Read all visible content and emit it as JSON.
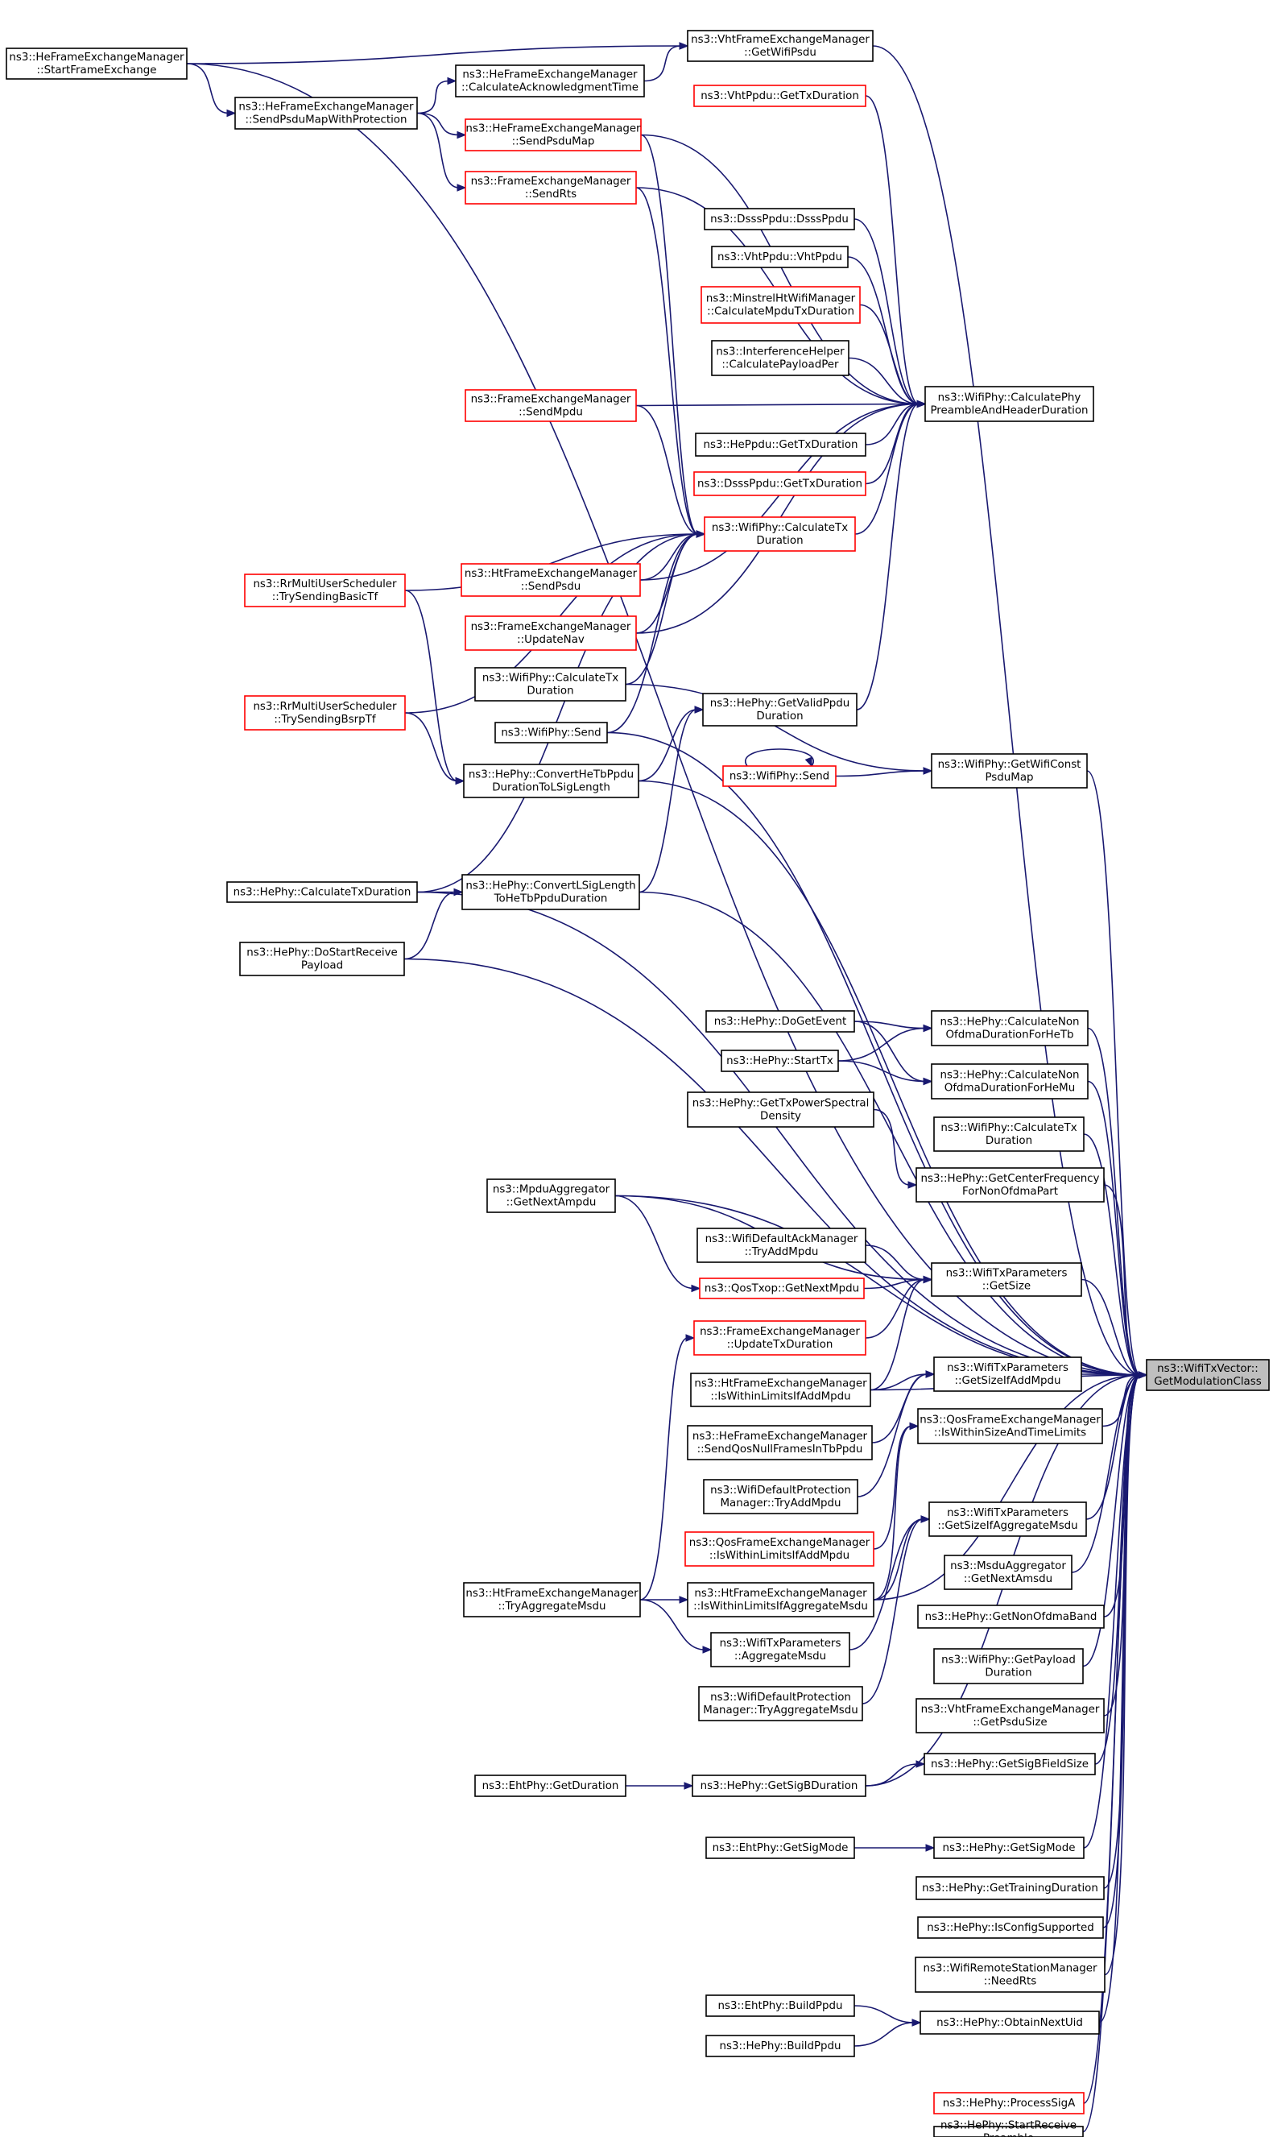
{
  "graph": {
    "nodes": [
      {
        "id": "root",
        "lines": [
          "ns3::WifiTxVector::",
          "GetModulationClass"
        ],
        "style": "root"
      },
      {
        "id": "heStartFE",
        "lines": [
          "ns3::HeFrameExchangeManager",
          "::StartFrameExchange"
        ],
        "style": "black"
      },
      {
        "id": "vhtGetWifiPsdu",
        "lines": [
          "ns3::VhtFrameExchangeManager",
          "::GetWifiPsdu"
        ],
        "style": "black"
      },
      {
        "id": "heCalcAck",
        "lines": [
          "ns3::HeFrameExchangeManager",
          "::CalculateAcknowledgmentTime"
        ],
        "style": "black"
      },
      {
        "id": "heSendPsduMapProt",
        "lines": [
          "ns3::HeFrameExchangeManager",
          "::SendPsduMapWithProtection"
        ],
        "style": "black"
      },
      {
        "id": "vhtPpduGetTxDur",
        "lines": [
          "ns3::VhtPpdu::GetTxDuration"
        ],
        "style": "red"
      },
      {
        "id": "heSendPsduMap",
        "lines": [
          "ns3::HeFrameExchangeManager",
          "::SendPsduMap"
        ],
        "style": "red"
      },
      {
        "id": "feSendRts",
        "lines": [
          "ns3::FrameExchangeManager",
          "::SendRts"
        ],
        "style": "red"
      },
      {
        "id": "dsssPpdu",
        "lines": [
          "ns3::DsssPpdu::DsssPpdu"
        ],
        "style": "black"
      },
      {
        "id": "vhtPpdu",
        "lines": [
          "ns3::VhtPpdu::VhtPpdu"
        ],
        "style": "black"
      },
      {
        "id": "minstrel",
        "lines": [
          "ns3::MinstrelHtWifiManager",
          "::CalculateMpduTxDuration"
        ],
        "style": "red"
      },
      {
        "id": "interfHelper",
        "lines": [
          "ns3::InterferenceHelper",
          "::CalculatePayloadPer"
        ],
        "style": "black"
      },
      {
        "id": "calcPhyPreamble",
        "lines": [
          "ns3::WifiPhy::CalculatePhy",
          "PreambleAndHeaderDuration"
        ],
        "style": "black"
      },
      {
        "id": "feSendMpdu",
        "lines": [
          "ns3::FrameExchangeManager",
          "::SendMpdu"
        ],
        "style": "red"
      },
      {
        "id": "hePpduGetTxDur",
        "lines": [
          "ns3::HePpdu::GetTxDuration"
        ],
        "style": "black"
      },
      {
        "id": "dsssPpduGetTxDur",
        "lines": [
          "ns3::DsssPpdu::GetTxDuration"
        ],
        "style": "red"
      },
      {
        "id": "calcTxDurRed",
        "lines": [
          "ns3::WifiPhy::CalculateTx",
          "Duration"
        ],
        "style": "red"
      },
      {
        "id": "htSendPsdu",
        "lines": [
          "ns3::HtFrameExchangeManager",
          "::SendPsdu"
        ],
        "style": "red"
      },
      {
        "id": "rrBasicTf",
        "lines": [
          "ns3::RrMultiUserScheduler",
          "::TrySendingBasicTf"
        ],
        "style": "red"
      },
      {
        "id": "feUpdateNav",
        "lines": [
          "ns3::FrameExchangeManager",
          "::UpdateNav"
        ],
        "style": "red"
      },
      {
        "id": "calcTxDurBlack",
        "lines": [
          "ns3::WifiPhy::CalculateTx",
          "Duration"
        ],
        "style": "black"
      },
      {
        "id": "heGetValidPpdu",
        "lines": [
          "ns3::HePhy::GetValidPpdu",
          "Duration"
        ],
        "style": "black"
      },
      {
        "id": "rrBsrpTf",
        "lines": [
          "ns3::RrMultiUserScheduler",
          "::TrySendingBsrpTf"
        ],
        "style": "red"
      },
      {
        "id": "wifiPhySendBlack",
        "lines": [
          "ns3::WifiPhy::Send"
        ],
        "style": "black"
      },
      {
        "id": "wifiPhySendRed",
        "lines": [
          "ns3::WifiPhy::Send"
        ],
        "style": "red"
      },
      {
        "id": "getWifiConstPsduMap",
        "lines": [
          "ns3::WifiPhy::GetWifiConst",
          "PsduMap"
        ],
        "style": "black"
      },
      {
        "id": "convHeTbToLSig",
        "lines": [
          "ns3::HePhy::ConvertHeTbPpdu",
          "DurationToLSigLength"
        ],
        "style": "black"
      },
      {
        "id": "heCalcTxDur",
        "lines": [
          "ns3::HePhy::CalculateTxDuration"
        ],
        "style": "black"
      },
      {
        "id": "convLSigToHeTb",
        "lines": [
          "ns3::HePhy::ConvertLSigLength",
          "ToHeTbPpduDuration"
        ],
        "style": "black"
      },
      {
        "id": "heDoStartRecv",
        "lines": [
          "ns3::HePhy::DoStartReceive",
          "Payload"
        ],
        "style": "black"
      },
      {
        "id": "heDoGetEvent",
        "lines": [
          "ns3::HePhy::DoGetEvent"
        ],
        "style": "black"
      },
      {
        "id": "heStartTx",
        "lines": [
          "ns3::HePhy::StartTx"
        ],
        "style": "black"
      },
      {
        "id": "calcNonOfdmaHeTb",
        "lines": [
          "ns3::HePhy::CalculateNon",
          "OfdmaDurationForHeTb"
        ],
        "style": "black"
      },
      {
        "id": "calcNonOfdmaHeMu",
        "lines": [
          "ns3::HePhy::CalculateNon",
          "OfdmaDurationForHeMu"
        ],
        "style": "black"
      },
      {
        "id": "heGetTxPsd",
        "lines": [
          "ns3::HePhy::GetTxPowerSpectral",
          "Density"
        ],
        "style": "black"
      },
      {
        "id": "calcTxDur2",
        "lines": [
          "ns3::WifiPhy::CalculateTx",
          "Duration"
        ],
        "style": "black"
      },
      {
        "id": "mpduAggGetNext",
        "lines": [
          "ns3::MpduAggregator",
          "::GetNextAmpdu"
        ],
        "style": "black"
      },
      {
        "id": "heGetCenterFreq",
        "lines": [
          "ns3::HePhy::GetCenterFrequency",
          "ForNonOfdmaPart"
        ],
        "style": "black"
      },
      {
        "id": "defAckTryAddMpdu",
        "lines": [
          "ns3::WifiDefaultAckManager",
          "::TryAddMpdu"
        ],
        "style": "black"
      },
      {
        "id": "txParamsGetSize",
        "lines": [
          "ns3::WifiTxParameters",
          "::GetSize"
        ],
        "style": "black"
      },
      {
        "id": "qosTxopGetNextMpdu",
        "lines": [
          "ns3::QosTxop::GetNextMpdu"
        ],
        "style": "red"
      },
      {
        "id": "feUpdateTxDur",
        "lines": [
          "ns3::FrameExchangeManager",
          "::UpdateTxDuration"
        ],
        "style": "red"
      },
      {
        "id": "txParamsGetSizeIfAdd",
        "lines": [
          "ns3::WifiTxParameters",
          "::GetSizeIfAddMpdu"
        ],
        "style": "black"
      },
      {
        "id": "htIsWithinIfAddMpdu",
        "lines": [
          "ns3::HtFrameExchangeManager",
          "::IsWithinLimitsIfAddMpdu"
        ],
        "style": "black"
      },
      {
        "id": "qosIsWithinSizeTime",
        "lines": [
          "ns3::QosFrameExchangeManager",
          "::IsWithinSizeAndTimeLimits"
        ],
        "style": "black"
      },
      {
        "id": "heSendQosNull",
        "lines": [
          "ns3::HeFrameExchangeManager",
          "::SendQosNullFramesInTbPpdu"
        ],
        "style": "black"
      },
      {
        "id": "defProtTryAddMpdu",
        "lines": [
          "ns3::WifiDefaultProtection",
          "Manager::TryAddMpdu"
        ],
        "style": "black"
      },
      {
        "id": "txParamsGetSizeIfAggMsdu",
        "lines": [
          "ns3::WifiTxParameters",
          "::GetSizeIfAggregateMsdu"
        ],
        "style": "black"
      },
      {
        "id": "qosIsWithinIfAddMpdu",
        "lines": [
          "ns3::QosFrameExchangeManager",
          "::IsWithinLimitsIfAddMpdu"
        ],
        "style": "red"
      },
      {
        "id": "msduAggGetNext",
        "lines": [
          "ns3::MsduAggregator",
          "::GetNextAmsdu"
        ],
        "style": "black"
      },
      {
        "id": "htTryAggMsdu",
        "lines": [
          "ns3::HtFrameExchangeManager",
          "::TryAggregateMsdu"
        ],
        "style": "black"
      },
      {
        "id": "htIsWithinIfAggMsdu",
        "lines": [
          "ns3::HtFrameExchangeManager",
          "::IsWithinLimitsIfAggregateMsdu"
        ],
        "style": "black"
      },
      {
        "id": "heGetNonOfdmaBand",
        "lines": [
          "ns3::HePhy::GetNonOfdmaBand"
        ],
        "style": "black"
      },
      {
        "id": "txParamsAggMsdu",
        "lines": [
          "ns3::WifiTxParameters",
          "::AggregateMsdu"
        ],
        "style": "black"
      },
      {
        "id": "wifiPhyGetPayloadDur",
        "lines": [
          "ns3::WifiPhy::GetPayload",
          "Duration"
        ],
        "style": "black"
      },
      {
        "id": "defProtTryAggMsdu",
        "lines": [
          "ns3::WifiDefaultProtection",
          "Manager::TryAggregateMsdu"
        ],
        "style": "black"
      },
      {
        "id": "vhtGetPsduSize",
        "lines": [
          "ns3::VhtFrameExchangeManager",
          "::GetPsduSize"
        ],
        "style": "black"
      },
      {
        "id": "heGetSigBFieldSize",
        "lines": [
          "ns3::HePhy::GetSigBFieldSize"
        ],
        "style": "black"
      },
      {
        "id": "ehtGetDuration",
        "lines": [
          "ns3::EhtPhy::GetDuration"
        ],
        "style": "black"
      },
      {
        "id": "heGetSigBDuration",
        "lines": [
          "ns3::HePhy::GetSigBDuration"
        ],
        "style": "black"
      },
      {
        "id": "ehtGetSigMode",
        "lines": [
          "ns3::EhtPhy::GetSigMode"
        ],
        "style": "black"
      },
      {
        "id": "heGetSigMode",
        "lines": [
          "ns3::HePhy::GetSigMode"
        ],
        "style": "black"
      },
      {
        "id": "heGetTrainingDur",
        "lines": [
          "ns3::HePhy::GetTrainingDuration"
        ],
        "style": "black"
      },
      {
        "id": "heIsConfigSupported",
        "lines": [
          "ns3::HePhy::IsConfigSupported"
        ],
        "style": "black"
      },
      {
        "id": "remoteNeedRts",
        "lines": [
          "ns3::WifiRemoteStationManager",
          "::NeedRts"
        ],
        "style": "black"
      },
      {
        "id": "ehtBuildPpdu",
        "lines": [
          "ns3::EhtPhy::BuildPpdu"
        ],
        "style": "black"
      },
      {
        "id": "heObtainNextUid",
        "lines": [
          "ns3::HePhy::ObtainNextUid"
        ],
        "style": "black"
      },
      {
        "id": "heBuildPpdu",
        "lines": [
          "ns3::HePhy::BuildPpdu"
        ],
        "style": "black"
      },
      {
        "id": "heProcessSigA",
        "lines": [
          "ns3::HePhy::ProcessSigA"
        ],
        "style": "red"
      },
      {
        "id": "heStartRecvPreamble",
        "lines": [
          "ns3::HePhy::StartReceive",
          "Preamble"
        ],
        "style": "black"
      }
    ],
    "edges": [
      [
        "heStartFE",
        "vhtGetWifiPsdu"
      ],
      [
        "heStartFE",
        "heSendPsduMapProt"
      ],
      [
        "heStartFE",
        "root"
      ],
      [
        "heSendPsduMapProt",
        "heCalcAck"
      ],
      [
        "heSendPsduMapProt",
        "heSendPsduMap"
      ],
      [
        "heSendPsduMapProt",
        "feSendRts"
      ],
      [
        "heCalcAck",
        "vhtGetWifiPsdu"
      ],
      [
        "vhtGetWifiPsdu",
        "root"
      ],
      [
        "heSendPsduMap",
        "calcTxDurRed"
      ],
      [
        "heSendPsduMap",
        "calcPhyPreamble"
      ],
      [
        "feSendRts",
        "calcTxDurRed"
      ],
      [
        "feSendRts",
        "calcPhyPreamble"
      ],
      [
        "vhtPpduGetTxDur",
        "calcPhyPreamble"
      ],
      [
        "dsssPpdu",
        "calcPhyPreamble"
      ],
      [
        "vhtPpdu",
        "calcPhyPreamble"
      ],
      [
        "minstrel",
        "calcPhyPreamble"
      ],
      [
        "interfHelper",
        "calcPhyPreamble"
      ],
      [
        "feSendMpdu",
        "calcPhyPreamble"
      ],
      [
        "feSendMpdu",
        "calcTxDurRed"
      ],
      [
        "hePpduGetTxDur",
        "calcPhyPreamble"
      ],
      [
        "dsssPpduGetTxDur",
        "calcPhyPreamble"
      ],
      [
        "calcTxDurRed",
        "calcPhyPreamble"
      ],
      [
        "htSendPsdu",
        "calcTxDurRed"
      ],
      [
        "htSendPsdu",
        "calcPhyPreamble"
      ],
      [
        "rrBasicTf",
        "calcTxDurRed"
      ],
      [
        "rrBasicTf",
        "convHeTbToLSig"
      ],
      [
        "feUpdateNav",
        "calcTxDurRed"
      ],
      [
        "feUpdateNav",
        "calcPhyPreamble"
      ],
      [
        "calcTxDurBlack",
        "calcTxDurRed"
      ],
      [
        "calcTxDurBlack",
        "getWifiConstPsduMap"
      ],
      [
        "heGetValidPpdu",
        "calcPhyPreamble"
      ],
      [
        "rrBsrpTf",
        "calcTxDurRed"
      ],
      [
        "rrBsrpTf",
        "convHeTbToLSig"
      ],
      [
        "wifiPhySendBlack",
        "calcTxDurRed"
      ],
      [
        "wifiPhySendBlack",
        "root"
      ],
      [
        "wifiPhySendRed",
        "wifiPhySendRed"
      ],
      [
        "wifiPhySendRed",
        "getWifiConstPsduMap"
      ],
      [
        "getWifiConstPsduMap",
        "root"
      ],
      [
        "convHeTbToLSig",
        "heGetValidPpdu"
      ],
      [
        "convHeTbToLSig",
        "root"
      ],
      [
        "heCalcTxDur",
        "convLSigToHeTb"
      ],
      [
        "heCalcTxDur",
        "calcTxDurRed"
      ],
      [
        "heCalcTxDur",
        "root"
      ],
      [
        "convLSigToHeTb",
        "heGetValidPpdu"
      ],
      [
        "convLSigToHeTb",
        "root"
      ],
      [
        "heDoStartRecv",
        "convLSigToHeTb"
      ],
      [
        "heDoStartRecv",
        "root"
      ],
      [
        "heDoGetEvent",
        "calcNonOfdmaHeTb"
      ],
      [
        "heDoGetEvent",
        "calcNonOfdmaHeMu"
      ],
      [
        "heStartTx",
        "calcNonOfdmaHeTb"
      ],
      [
        "heStartTx",
        "calcNonOfdmaHeMu"
      ],
      [
        "calcNonOfdmaHeTb",
        "root"
      ],
      [
        "calcNonOfdmaHeMu",
        "root"
      ],
      [
        "heGetTxPsd",
        "heGetCenterFreq"
      ],
      [
        "calcTxDur2",
        "root"
      ],
      [
        "heGetCenterFreq",
        "root"
      ],
      [
        "mpduAggGetNext",
        "root"
      ],
      [
        "mpduAggGetNext",
        "txParamsGetSize"
      ],
      [
        "mpduAggGetNext",
        "qosTxopGetNextMpdu"
      ],
      [
        "defAckTryAddMpdu",
        "txParamsGetSize"
      ],
      [
        "qosTxopGetNextMpdu",
        "txParamsGetSize"
      ],
      [
        "feUpdateTxDur",
        "txParamsGetSize"
      ],
      [
        "txParamsGetSize",
        "root"
      ],
      [
        "htIsWithinIfAddMpdu",
        "txParamsGetSize"
      ],
      [
        "htIsWithinIfAddMpdu",
        "txParamsGetSizeIfAdd"
      ],
      [
        "htIsWithinIfAddMpdu",
        "root"
      ],
      [
        "txParamsGetSizeIfAdd",
        "root"
      ],
      [
        "qosIsWithinSizeTime",
        "root"
      ],
      [
        "heSendQosNull",
        "txParamsGetSizeIfAdd"
      ],
      [
        "defProtTryAddMpdu",
        "txParamsGetSizeIfAdd"
      ],
      [
        "qosIsWithinIfAddMpdu",
        "qosIsWithinSizeTime"
      ],
      [
        "txParamsGetSizeIfAggMsdu",
        "root"
      ],
      [
        "htTryAggMsdu",
        "htIsWithinIfAggMsdu"
      ],
      [
        "htTryAggMsdu",
        "txParamsAggMsdu"
      ],
      [
        "htTryAggMsdu",
        "feUpdateTxDur"
      ],
      [
        "htIsWithinIfAggMsdu",
        "txParamsGetSizeIfAggMsdu"
      ],
      [
        "htIsWithinIfAggMsdu",
        "qosIsWithinSizeTime"
      ],
      [
        "htIsWithinIfAggMsdu",
        "root"
      ],
      [
        "txParamsAggMsdu",
        "txParamsGetSizeIfAggMsdu"
      ],
      [
        "defProtTryAggMsdu",
        "txParamsGetSizeIfAggMsdu"
      ],
      [
        "msduAggGetNext",
        "root"
      ],
      [
        "heGetNonOfdmaBand",
        "root"
      ],
      [
        "wifiPhyGetPayloadDur",
        "root"
      ],
      [
        "vhtGetPsduSize",
        "root"
      ],
      [
        "heGetSigBFieldSize",
        "root"
      ],
      [
        "ehtGetDuration",
        "heGetSigBDuration"
      ],
      [
        "heGetSigBDuration",
        "heGetSigBFieldSize"
      ],
      [
        "heGetSigBDuration",
        "root"
      ],
      [
        "ehtGetSigMode",
        "heGetSigMode"
      ],
      [
        "heGetSigMode",
        "root"
      ],
      [
        "heGetTrainingDur",
        "root"
      ],
      [
        "heIsConfigSupported",
        "root"
      ],
      [
        "remoteNeedRts",
        "root"
      ],
      [
        "ehtBuildPpdu",
        "heObtainNextUid"
      ],
      [
        "heBuildPpdu",
        "heObtainNextUid"
      ],
      [
        "heObtainNextUid",
        "root"
      ],
      [
        "heProcessSigA",
        "root"
      ],
      [
        "heStartRecvPreamble",
        "root"
      ]
    ]
  }
}
